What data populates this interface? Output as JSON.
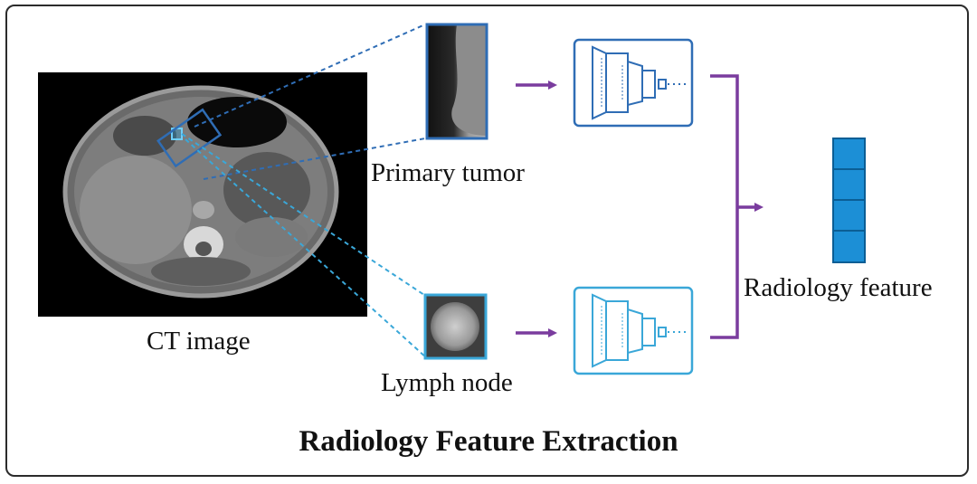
{
  "labels": {
    "ct_image": "CT image",
    "primary_tumor": "Primary tumor",
    "lymph_node": "Lymph node",
    "radiology_feature": "Radiology feature"
  },
  "title": "Radiology Feature Extraction",
  "colors": {
    "frame": "#2b2b2b",
    "tumor_blue": "#2f6db5",
    "lymph_blue": "#3aa7d8",
    "feature_blue": "#1c8fd6",
    "arrow_purple": "#7a3c9e",
    "ct_background": "#000000"
  },
  "icons": [
    "ct-scan-image",
    "tumor-crop-image",
    "lymph-node-crop-image",
    "cnn-pyramid-icon",
    "feature-vector-icon"
  ]
}
